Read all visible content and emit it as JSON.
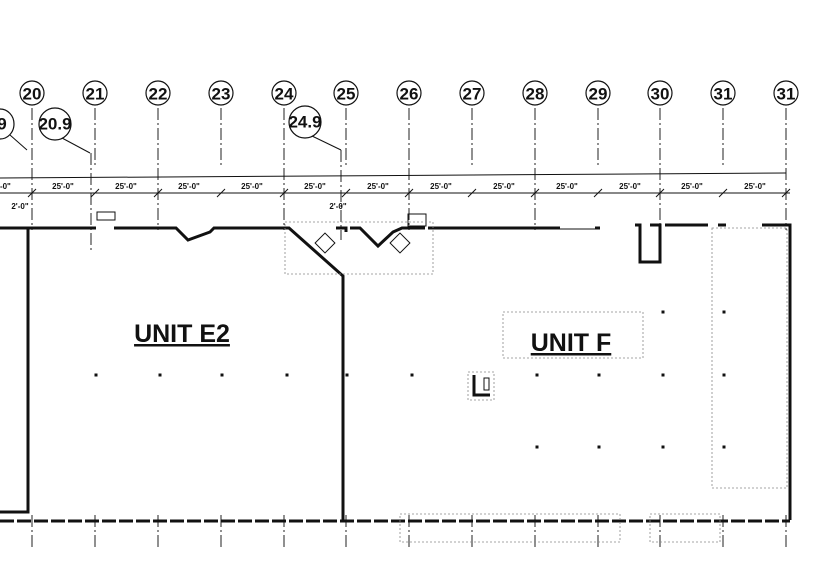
{
  "gridlines": [
    "20",
    "21",
    "22",
    "23",
    "24",
    "25",
    "26",
    "27",
    "28",
    "29",
    "30",
    "31",
    "31"
  ],
  "secondary_gridlines": [
    "9",
    "20.9",
    "24.9"
  ],
  "bay_dimension": "25'-0\"",
  "offset_dimension": "2'-0\"",
  "units": [
    "UNIT E2",
    "UNIT F"
  ]
}
